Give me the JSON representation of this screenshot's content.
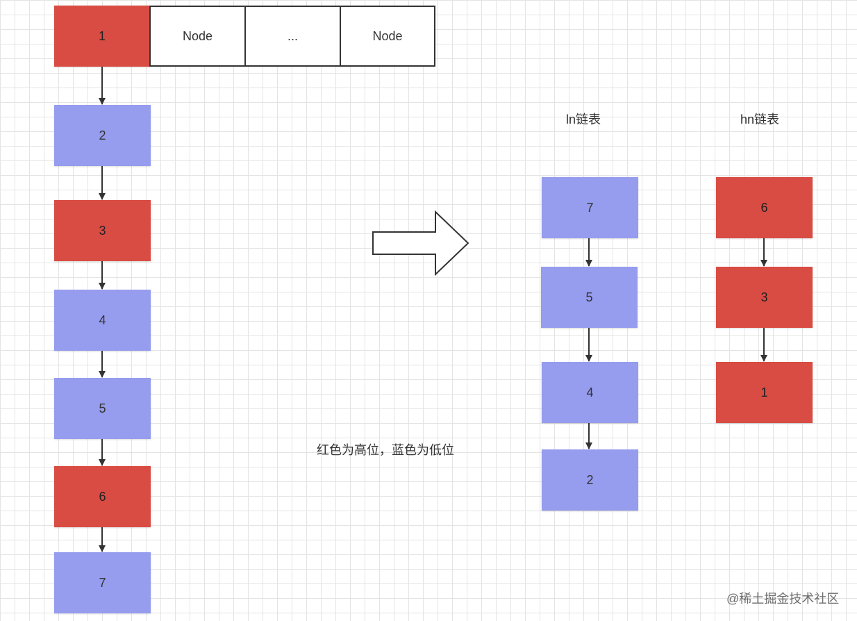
{
  "table_row": {
    "head": "1",
    "cells": [
      "Node",
      "...",
      "Node"
    ]
  },
  "source_chain": [
    "2",
    "3",
    "4",
    "5",
    "6",
    "7"
  ],
  "ln_list": {
    "title": "ln链表",
    "nodes": [
      "7",
      "5",
      "4",
      "2"
    ]
  },
  "hn_list": {
    "title": "hn链表",
    "nodes": [
      "6",
      "3",
      "1"
    ]
  },
  "caption": "红色为高位，蓝色为低位",
  "watermark": "@稀土掘金技术社区",
  "colors": {
    "high": "#d94c43",
    "low": "#969cee"
  }
}
